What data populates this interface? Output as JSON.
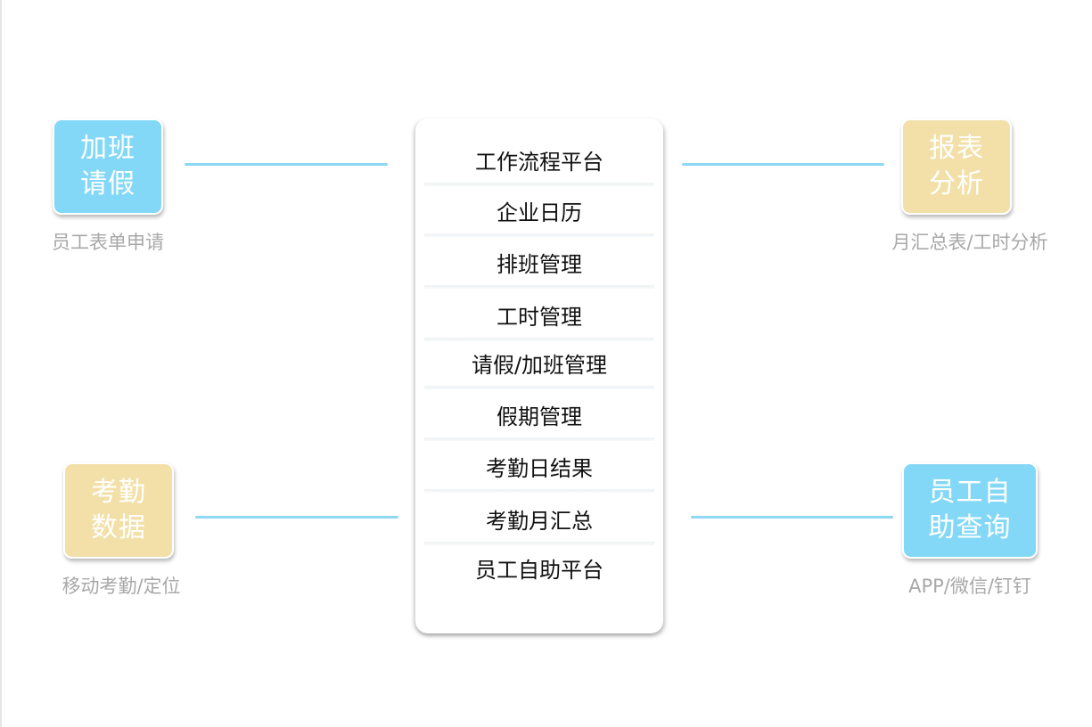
{
  "left_top": {
    "tile_lines": [
      "加班",
      "请假"
    ],
    "caption": "员工表单申请",
    "color": "#84d8f7"
  },
  "left_bottom": {
    "tile_lines": [
      "考勤",
      "数据"
    ],
    "caption": "移动考勤/定位",
    "color": "#f3e0a8"
  },
  "right_top": {
    "tile_lines": [
      "报表",
      "分析"
    ],
    "caption": "月汇总表/工时分析",
    "color": "#f3e0a8"
  },
  "right_bottom": {
    "tile_lines": [
      "员工自",
      "助查询"
    ],
    "caption": "APP/微信/钉钉",
    "color": "#84d8f7"
  },
  "center_menu": {
    "items": [
      "工作流程平台",
      "企业日历",
      "排班管理",
      "工时管理",
      "请假/加班管理",
      "假期管理",
      "考勤日结果",
      "考勤月汇总",
      "员工自助平台"
    ]
  },
  "colors": {
    "connector": "#8dd8f4",
    "caption": "#a8a8a8"
  }
}
